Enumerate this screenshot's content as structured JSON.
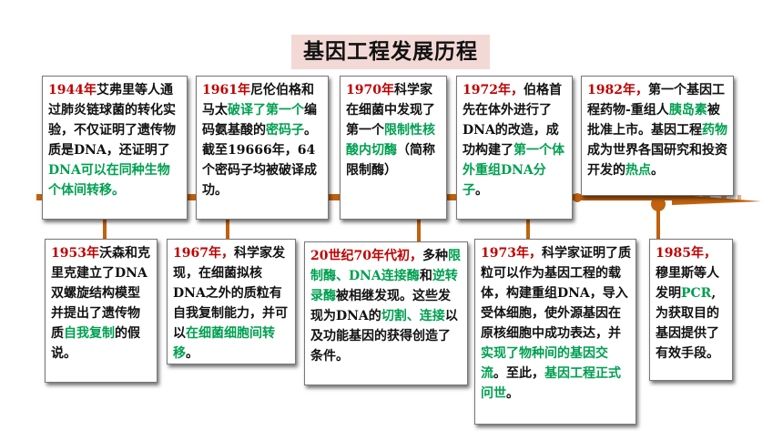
{
  "title": "基因工程发展历程",
  "colors": {
    "year": "#c00000",
    "highlight": "#00a050",
    "timeline": "#c0620f",
    "title_bg": "#f3d9d5"
  },
  "cards_top": [
    {
      "id": "1944",
      "year": "1944年",
      "t1": "艾弗里等人通过肺炎链球菌的转化实验，不仅证明了遗传物质是DNA，还证明了",
      "h1": "DNA可以在同种生物个体间转移。",
      "t2": ""
    },
    {
      "id": "1961",
      "year": "1961年",
      "t1": "尼伦伯格和马太",
      "h1": "破译了第一个",
      "t2": "编码氨基酸的",
      "h2": "密码子",
      "t3": "。截至19666年，64个密码子均被破译成功。"
    },
    {
      "id": "1970",
      "year": "1970年",
      "t1": "科学家在细菌中发现了第一个",
      "h1": "限制性核酸内切酶",
      "t2": "（简称限制酶）"
    },
    {
      "id": "1972",
      "year": "1972年，",
      "t1": "伯格首先在体外进行了DNA的改造，成功构建了",
      "h1": "第一个体外重组DNA分子",
      "t2": "。"
    },
    {
      "id": "1982",
      "year": "1982年，",
      "t1": "第一个基因工程药物-重组人",
      "h1": "胰岛素",
      "t2": "被批准上市。基因工程",
      "h2": "药物",
      "t3": "成为世界各国研究和投资开发的",
      "h3": "热点",
      "t4": "。"
    }
  ],
  "cards_bottom": [
    {
      "id": "1953",
      "year": "1953年",
      "t1": "沃森和克里克建立了DNA双螺旋结构模型并提出了遗传物质",
      "h1": "自我复制",
      "t2": "的假说。"
    },
    {
      "id": "1967",
      "year": "1967年，",
      "t1": "科学家发现，在细菌拟核DNA之外的质粒有自我复制能力，并可以",
      "h1": "在细菌细胞间转移",
      "t2": "。"
    },
    {
      "id": "1970s",
      "year": "20世纪70年代初，",
      "t1": "多种",
      "h1": "限制酶、DNA连接酶",
      "t2": "和",
      "h2": "逆转录酶",
      "t3": "被相继发现。这些发现为DNA的",
      "h3": "切割、连接",
      "t4": "以及功能基因的获得创造了条件。"
    },
    {
      "id": "1973",
      "year": "1973年，",
      "t1": "科学家证明了质粒可以作为基因工程的载体，构建重组DNA，导入受体细胞，使外源基因在原核细胞中成功表达，并",
      "h1": "实现了物种间的基因交流",
      "t2": "。至此，",
      "h2": "基因工程正式问世",
      "t3": "。"
    },
    {
      "id": "1985",
      "year": "1985年，",
      "t1": "穆里斯等人发明",
      "h1": "PCR",
      "t2": ",为获取目的基因提供了有效手段。"
    }
  ]
}
